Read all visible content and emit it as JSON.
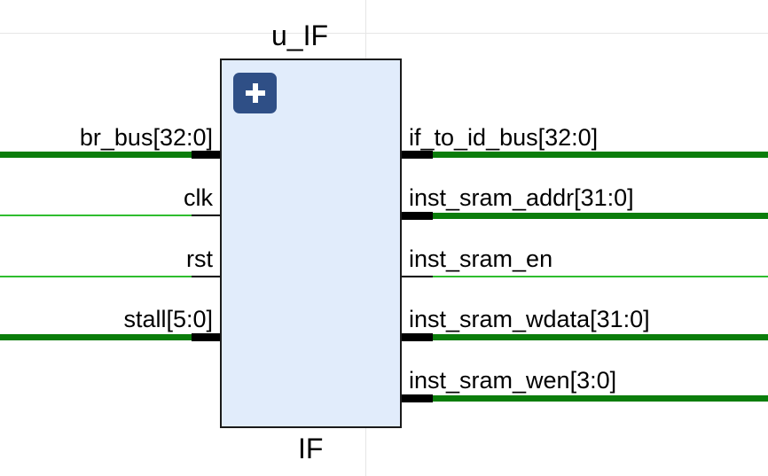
{
  "instance_name": "u_IF",
  "module_name": "IF",
  "expand_icon": "plus-icon",
  "colors": {
    "bus_wire": "#0b7d0b",
    "single_wire": "#2fbd2f",
    "block_fill": "#e1ecfb",
    "button": "#2f4f86"
  },
  "inputs": [
    {
      "name": "br_bus[32:0]",
      "kind": "bus"
    },
    {
      "name": "clk",
      "kind": "single"
    },
    {
      "name": "rst",
      "kind": "single"
    },
    {
      "name": "stall[5:0]",
      "kind": "bus"
    }
  ],
  "outputs": [
    {
      "name": "if_to_id_bus[32:0]",
      "kind": "bus"
    },
    {
      "name": "inst_sram_addr[31:0]",
      "kind": "bus"
    },
    {
      "name": "inst_sram_en",
      "kind": "single"
    },
    {
      "name": "inst_sram_wdata[31:0]",
      "kind": "bus"
    },
    {
      "name": "inst_sram_wen[3:0]",
      "kind": "bus"
    }
  ]
}
